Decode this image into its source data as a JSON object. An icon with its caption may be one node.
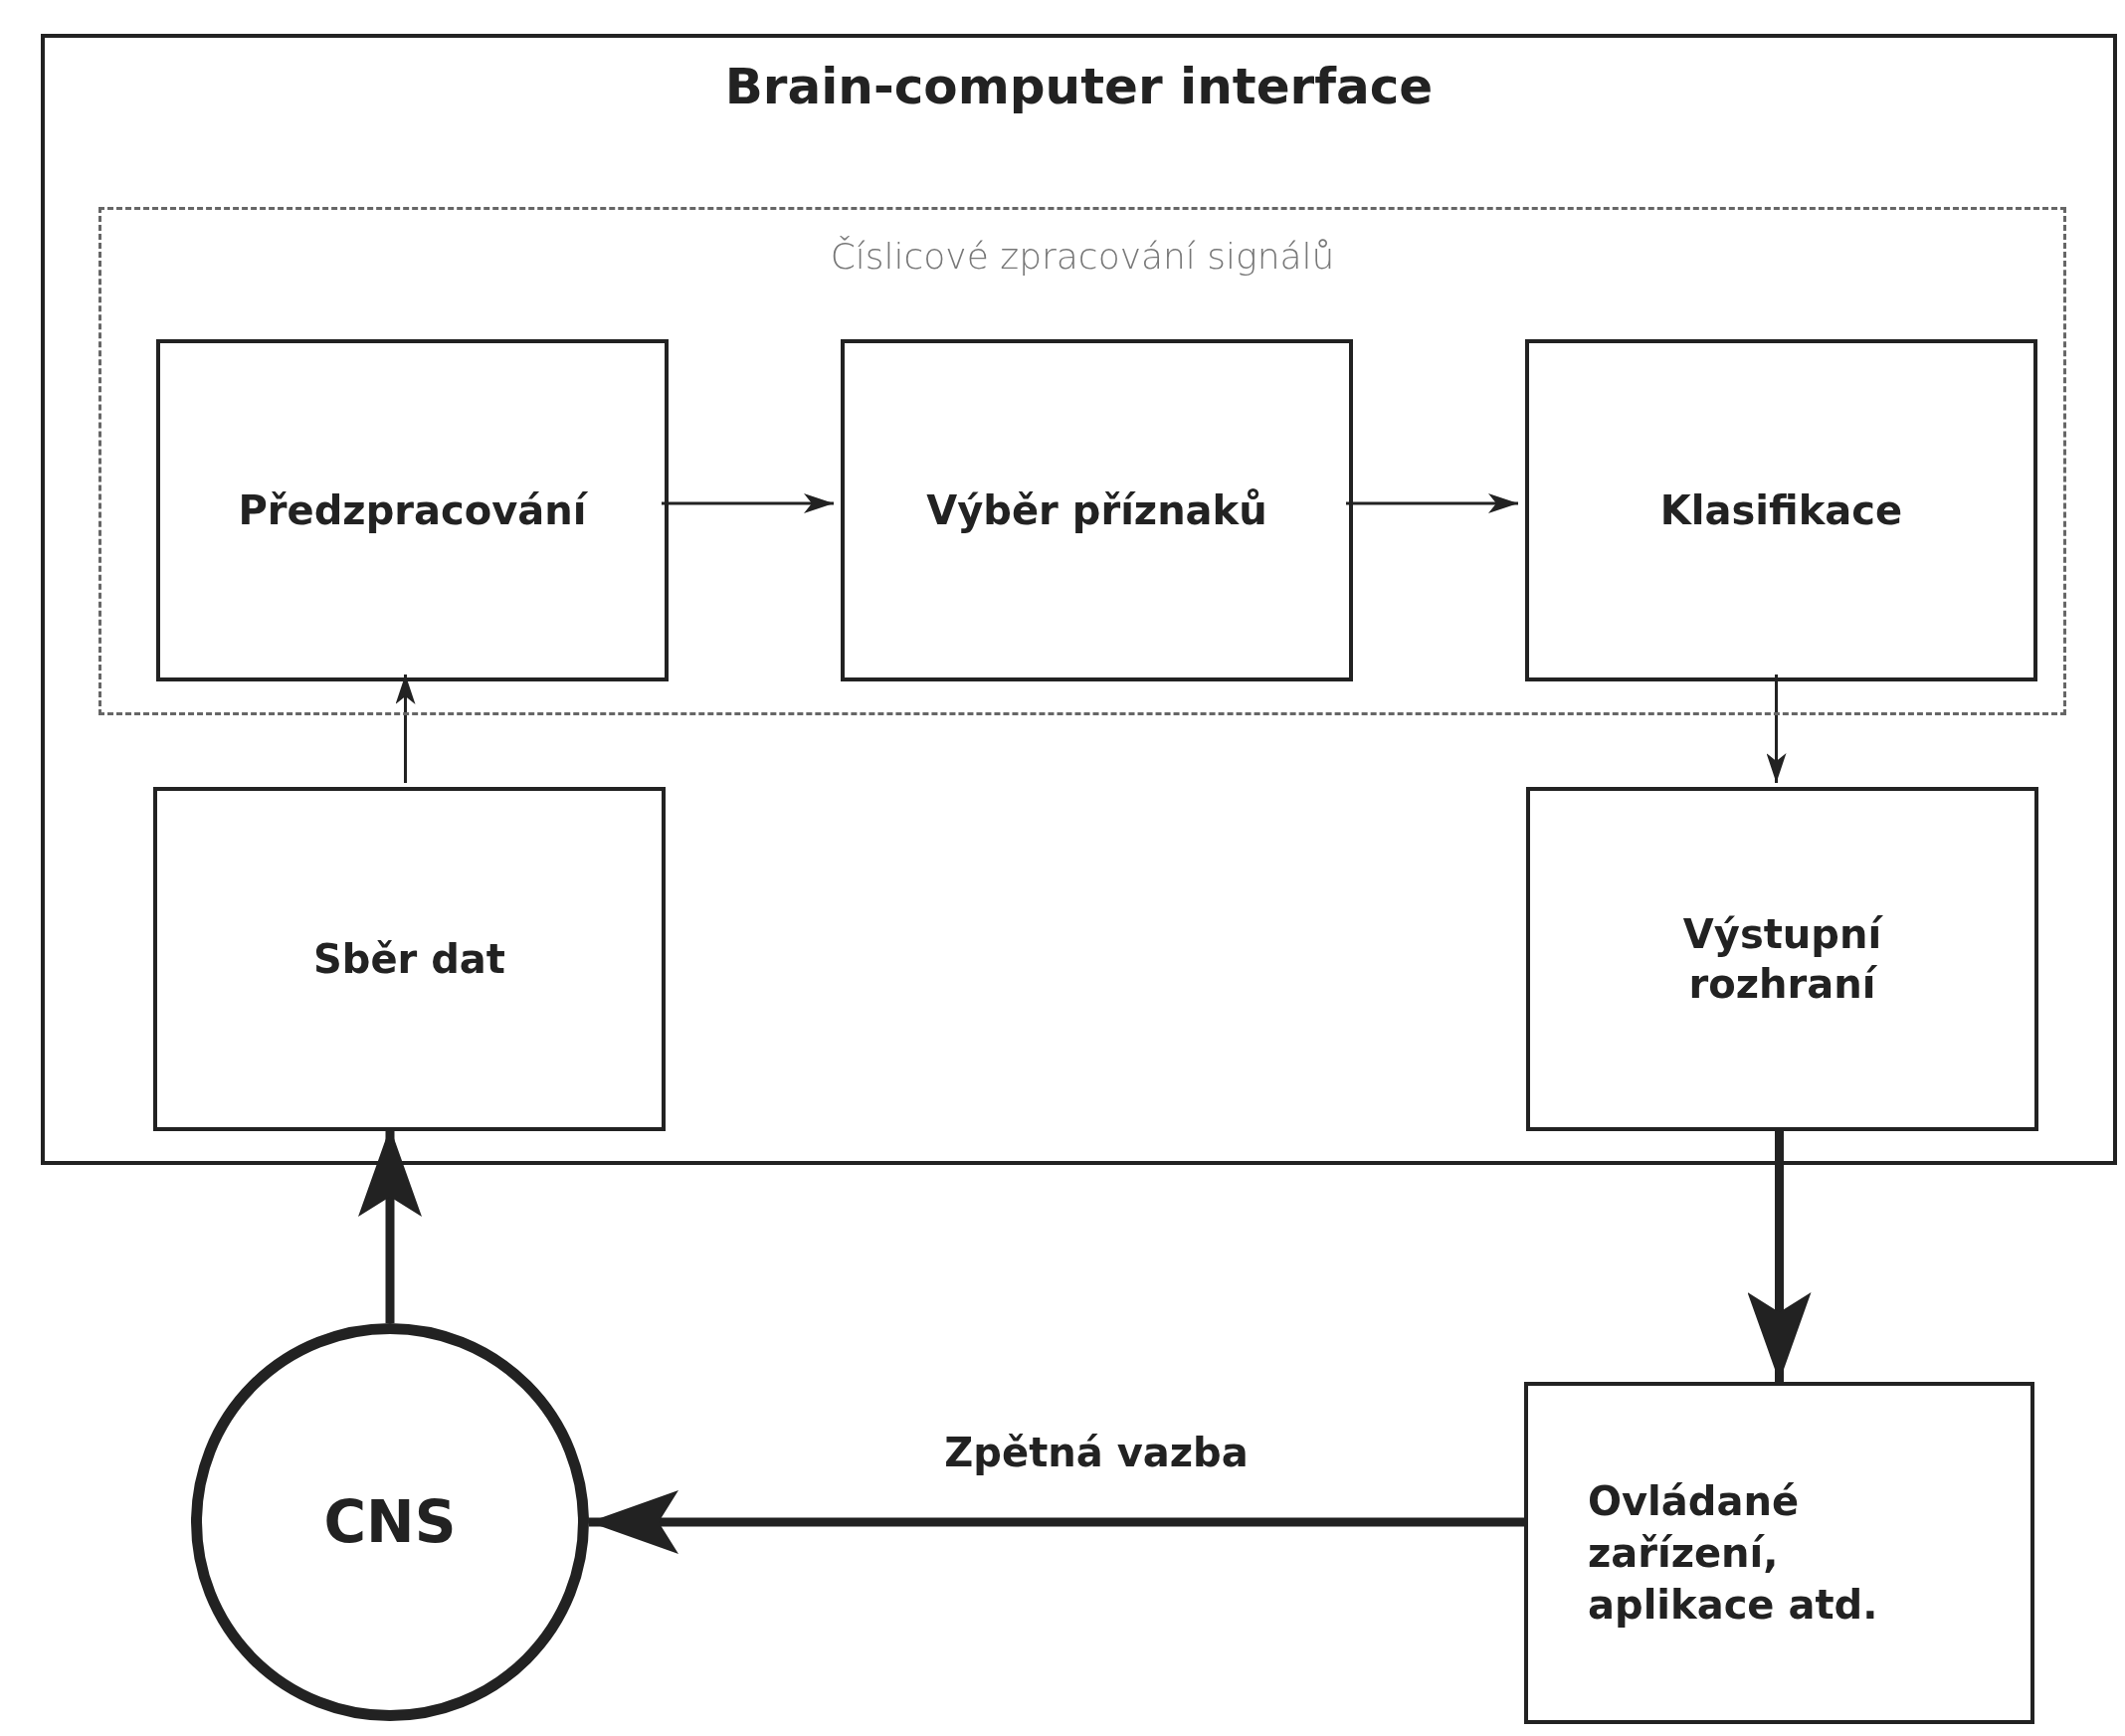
{
  "diagram": {
    "nodes": [
      {
        "text": [
          "Brain-computer interface"
        ]
      },
      {
        "text": [
          "Číslicové zpracování signálů"
        ],
        "in": 0
      },
      {
        "text": [
          "Předzpracování"
        ],
        "in": 1
      },
      {
        "text": [
          "Výběr příznaků"
        ],
        "in": 1
      },
      {
        "text": [
          "Klasifikace"
        ],
        "in": 1
      },
      {
        "text": [
          "Sběr dat"
        ],
        "in": 0
      },
      {
        "text": [
          "Výstupní rozhraní"
        ],
        "in": 0
      },
      {
        "text": [
          "Ovládané zařízení, aplikace atd."
        ]
      },
      {
        "text": [
          "CNS"
        ]
      }
    ],
    "edges": [
      {
        "from": 2,
        "to": 3,
        "arrow": "to"
      },
      {
        "from": 3,
        "to": 4,
        "arrow": "to"
      },
      {
        "from": 5,
        "to": 2,
        "arrow": "to"
      },
      {
        "from": 4,
        "to": 6,
        "arrow": "to"
      },
      {
        "from": 6,
        "to": 7,
        "arrow": "to",
        "style": "thick"
      },
      {
        "from": 8,
        "to": 5,
        "arrow": "to",
        "style": "thick"
      },
      {
        "from": 7,
        "to": 8,
        "arrow": "to",
        "style": "thick",
        "label": "Zpětná vazba"
      }
    ]
  }
}
